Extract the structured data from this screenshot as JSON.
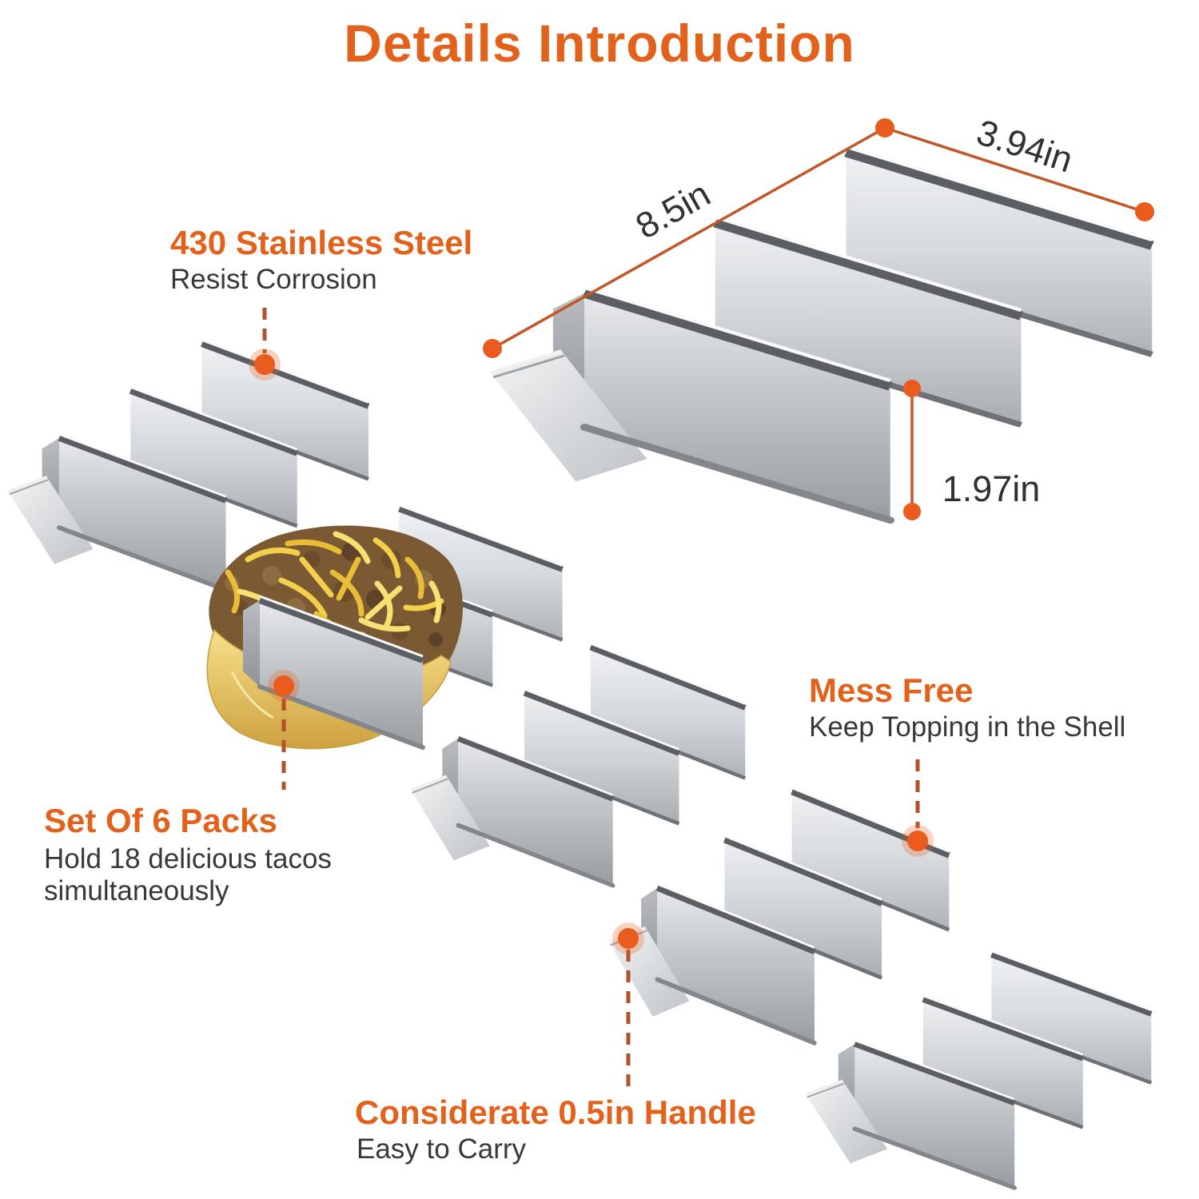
{
  "title": "Details Introduction",
  "callouts": {
    "material": {
      "heading": "430 Stainless Steel",
      "sub": "Resist Corrosion"
    },
    "capacity": {
      "heading": "Set Of 6 Packs",
      "sub_line1": "Hold 18 delicious tacos",
      "sub_line2": "simultaneously"
    },
    "mess_free": {
      "heading": "Mess Free",
      "sub": "Keep Topping in the Shell"
    },
    "handle": {
      "heading": "Considerate 0.5in Handle",
      "sub": "Easy to Carry"
    }
  },
  "dimensions": {
    "length": "8.5in",
    "width": "3.94in",
    "height": "1.97in"
  },
  "colors": {
    "accent_orange": "#e2621c",
    "marker_orange": "#ea5c1d",
    "dimension_line": "#c2582a",
    "dashed_line": "#b4512b",
    "text_dark": "#36383b",
    "steel_light": "#eef0f2",
    "steel_dark": "#989da2"
  }
}
